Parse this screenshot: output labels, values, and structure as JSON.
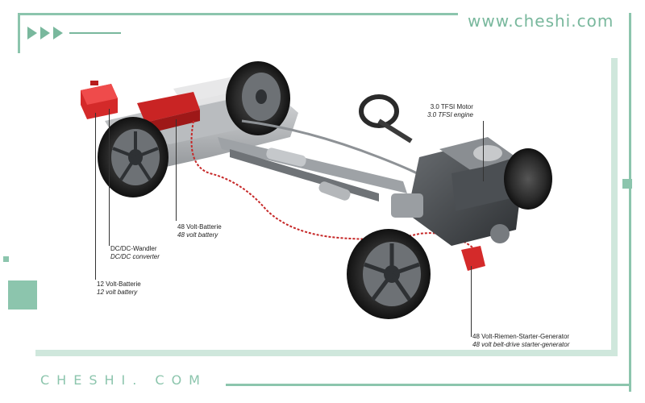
{
  "watermark": {
    "site_url": "www.cheshi.com",
    "footer_brand": "CHESHI. COM"
  },
  "colors": {
    "accent": "#8cc5ad",
    "accent_dark": "#79b89d",
    "battery_red": "#d42a2a",
    "chassis_grey": "#8e9296"
  },
  "callouts": {
    "engine": {
      "de": "3.0 TFSI Motor",
      "en": "3.0 TFSI engine"
    },
    "battery48": {
      "de": "48 Volt-Batterie",
      "en": "48 volt battery"
    },
    "dcdc": {
      "de": "DC/DC-Wandler",
      "en": "DC/DC converter"
    },
    "battery12": {
      "de": "12 Volt-Batterie",
      "en": "12 volt battery"
    },
    "bsg": {
      "de": "48 Volt-Riemen-Starter-Generator",
      "en": "48 volt belt-drive starter-generator"
    }
  }
}
